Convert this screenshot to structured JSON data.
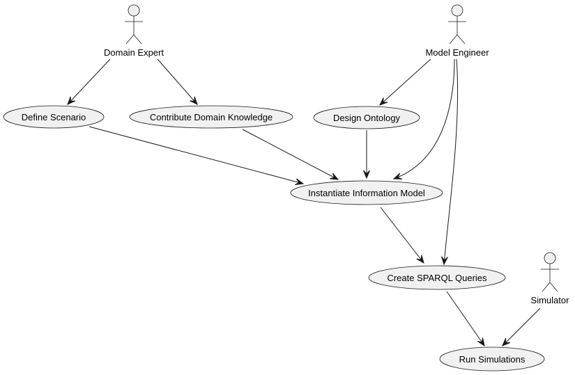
{
  "actors": [
    {
      "id": "domain-expert",
      "label": "Domain Expert"
    },
    {
      "id": "model-engineer",
      "label": "Model Engineer"
    },
    {
      "id": "simulator",
      "label": "Simulator"
    }
  ],
  "use_cases": [
    {
      "id": "define-scenario",
      "label": "Define Scenario"
    },
    {
      "id": "contribute-domain-knowledge",
      "label": "Contribute Domain Knowledge"
    },
    {
      "id": "design-ontology",
      "label": "Design Ontology"
    },
    {
      "id": "instantiate-information-model",
      "label": "Instantiate Information Model"
    },
    {
      "id": "create-sparql-queries",
      "label": "Create SPARQL Queries"
    },
    {
      "id": "run-simulations",
      "label": "Run Simulations"
    }
  ],
  "relations": [
    {
      "from": "domain-expert",
      "to": "define-scenario"
    },
    {
      "from": "domain-expert",
      "to": "contribute-domain-knowledge"
    },
    {
      "from": "model-engineer",
      "to": "design-ontology"
    },
    {
      "from": "model-engineer",
      "to": "instantiate-information-model"
    },
    {
      "from": "model-engineer",
      "to": "create-sparql-queries"
    },
    {
      "from": "define-scenario",
      "to": "instantiate-information-model"
    },
    {
      "from": "contribute-domain-knowledge",
      "to": "instantiate-information-model"
    },
    {
      "from": "design-ontology",
      "to": "instantiate-information-model"
    },
    {
      "from": "instantiate-information-model",
      "to": "create-sparql-queries"
    },
    {
      "from": "create-sparql-queries",
      "to": "run-simulations"
    },
    {
      "from": "simulator",
      "to": "run-simulations"
    }
  ]
}
